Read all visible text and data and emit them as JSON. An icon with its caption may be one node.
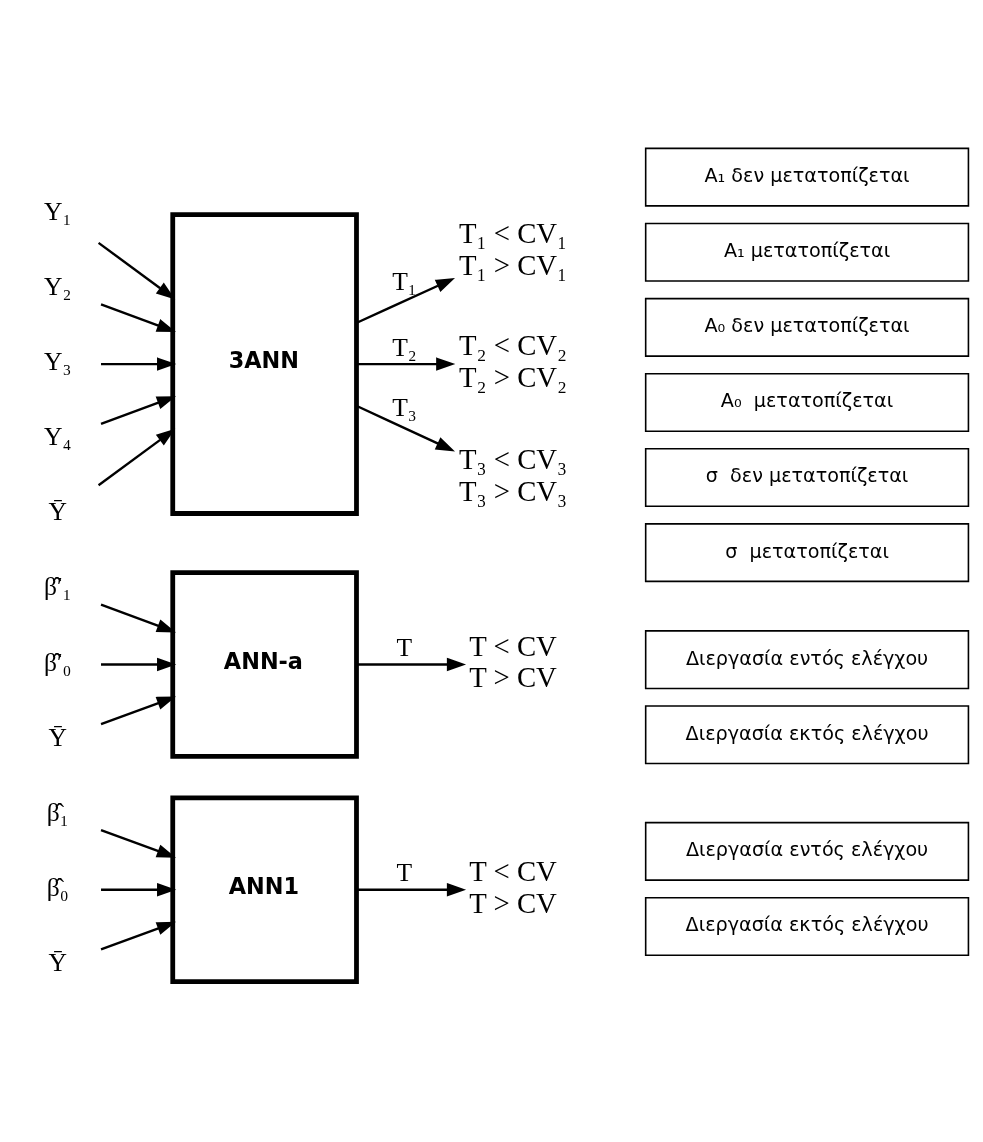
{
  "diagram": {
    "nodes": [
      {
        "text": [
          "β̂₁"
        ]
      },
      {
        "text": [
          "β̂₀"
        ]
      },
      {
        "text": [
          "Ȳ"
        ]
      },
      {
        "text": [
          "ANN1"
        ]
      },
      {
        "text": [
          "T < CV",
          "T > CV"
        ]
      },
      {
        "text": [
          "Διεργασία εντός ελέγχου"
        ]
      },
      {
        "text": [
          "Διεργασία εκτός ελέγχου"
        ]
      },
      {
        "text": [
          "β̂′₁"
        ]
      },
      {
        "text": [
          "β̂′₀"
        ]
      },
      {
        "text": [
          "Ȳ"
        ]
      },
      {
        "text": [
          "ANN-a"
        ]
      },
      {
        "text": [
          "T < CV",
          "T > CV"
        ]
      },
      {
        "text": [
          "Διεργασία εντός ελέγχου"
        ]
      },
      {
        "text": [
          "Διεργασία εκτός ελέγχου"
        ]
      },
      {
        "text": [
          "Y₁"
        ]
      },
      {
        "text": [
          "Y₂"
        ]
      },
      {
        "text": [
          "Y₃"
        ]
      },
      {
        "text": [
          "Y₄"
        ]
      },
      {
        "text": [
          "Ȳ"
        ]
      },
      {
        "text": [
          "3ANN"
        ]
      },
      {
        "text": [
          "T₁ < CV₁",
          "T₁ > CV₁"
        ]
      },
      {
        "text": [
          "T₂ < CV₂",
          "T₂ > CV₂"
        ]
      },
      {
        "text": [
          "T₃ < CV₃",
          "T₃ > CV₃"
        ]
      },
      {
        "text": [
          "A₁ δεν μετατοπίζεται"
        ]
      },
      {
        "text": [
          "A₁ μετατοπίζεται"
        ]
      },
      {
        "text": [
          "A₀ δεν μετατοπίζεται"
        ]
      },
      {
        "text": [
          "A₀  μετατοπίζεται"
        ]
      },
      {
        "text": [
          "σ  δεν μετατοπίζεται"
        ]
      },
      {
        "text": [
          "σ  μετατοπίζεται"
        ]
      }
    ],
    "edges": [
      {
        "from": 0,
        "to": 3,
        "arrow": "to"
      },
      {
        "from": 1,
        "to": 3,
        "arrow": "to"
      },
      {
        "from": 2,
        "to": 3,
        "arrow": "to"
      },
      {
        "from": 3,
        "to": 4,
        "arrow": "to",
        "label": "T"
      },
      {
        "from": 7,
        "to": 10,
        "arrow": "to"
      },
      {
        "from": 8,
        "to": 10,
        "arrow": "to"
      },
      {
        "from": 9,
        "to": 10,
        "arrow": "to"
      },
      {
        "from": 10,
        "to": 11,
        "arrow": "to",
        "label": "T"
      },
      {
        "from": 14,
        "to": 19,
        "arrow": "to"
      },
      {
        "from": 15,
        "to": 19,
        "arrow": "to"
      },
      {
        "from": 16,
        "to": 19,
        "arrow": "to"
      },
      {
        "from": 17,
        "to": 19,
        "arrow": "to"
      },
      {
        "from": 18,
        "to": 19,
        "arrow": "to"
      },
      {
        "from": 19,
        "to": 20,
        "arrow": "to",
        "label": "T₁"
      },
      {
        "from": 19,
        "to": 21,
        "arrow": "to",
        "label": "T₂"
      },
      {
        "from": 19,
        "to": 22,
        "arrow": "to",
        "label": "T₃"
      }
    ]
  }
}
